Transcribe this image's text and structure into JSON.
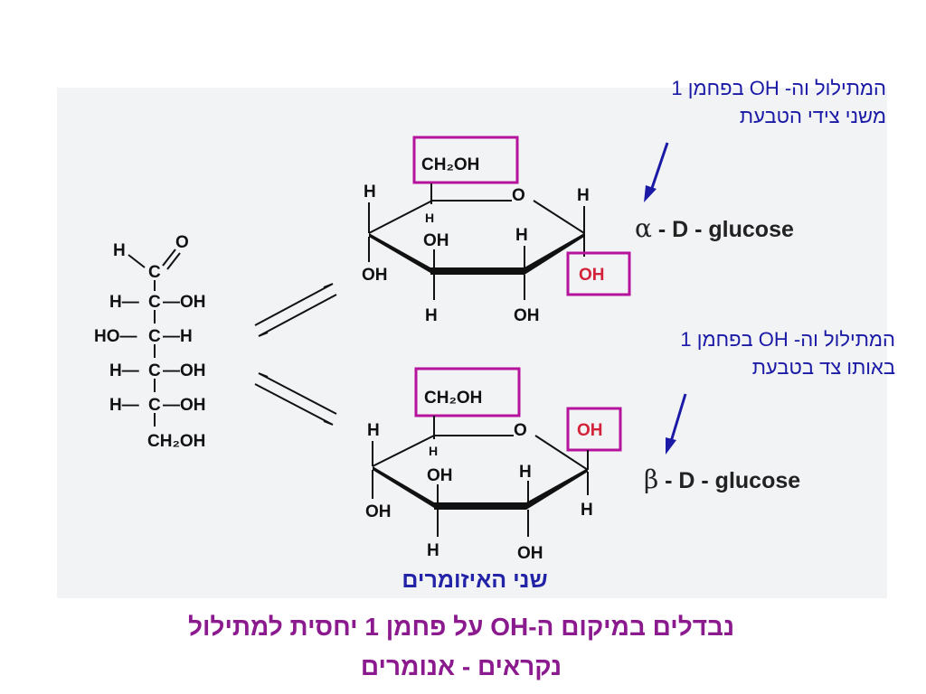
{
  "notes": {
    "alpha_line1": "המתילול וה- OH בפחמן 1",
    "alpha_line2": "משני צידי הטבעת",
    "beta_line1": "המתילול וה- OH בפחמן 1",
    "beta_line2": "באותו צד בטבעת"
  },
  "labels": {
    "alpha_symbol": "α",
    "alpha_rest": " - D - glucose",
    "beta_symbol": "β",
    "beta_rest": " - D - glucose"
  },
  "caption": {
    "line1": "שני האיזומרים",
    "line2": "נבדלים במיקום ה-OH על פחמן 1 יחסית למתילול",
    "line3": "נקראים - אנומרים"
  },
  "open_chain": {
    "c1_h": "H",
    "c1_o": "O",
    "c1_c": "C",
    "c2_left": "H—",
    "c2_c": "C",
    "c2_right": "—OH",
    "c3_left": "HO—",
    "c3_c": "C",
    "c3_right": "—H",
    "c4_left": "H—",
    "c4_c": "C",
    "c4_right": "—OH",
    "c5_left": "H—",
    "c5_c": "C",
    "c5_right": "—OH",
    "c6": "CH₂OH"
  },
  "alpha_ring": {
    "ch2oh": "CH₂OH",
    "o": "O",
    "h_top_left": "H",
    "h_c5": "H",
    "oh_c4": "OH",
    "h_c3": "H",
    "h_c1": "H",
    "oh_c1": "OH",
    "oh_left": "OH",
    "h_bottom_c3": "H",
    "oh_bottom_c2": "OH"
  },
  "beta_ring": {
    "ch2oh": "CH₂OH",
    "o": "O",
    "h_top_left": "H",
    "h_c5": "H",
    "oh_c4": "OH",
    "h_c3": "H",
    "oh_c1": "OH",
    "h_c1": "H",
    "oh_left": "OH",
    "h_bottom_c3": "H",
    "oh_bottom_c2": "OH"
  },
  "colors": {
    "highlight_box": "#b5139b",
    "oh_anomeric": "#d2233a",
    "note_text": "#1a1aa6",
    "caption_blue": "#2323a8",
    "caption_purple": "#8b1a8e",
    "panel_bg": "#f2f3f5"
  }
}
